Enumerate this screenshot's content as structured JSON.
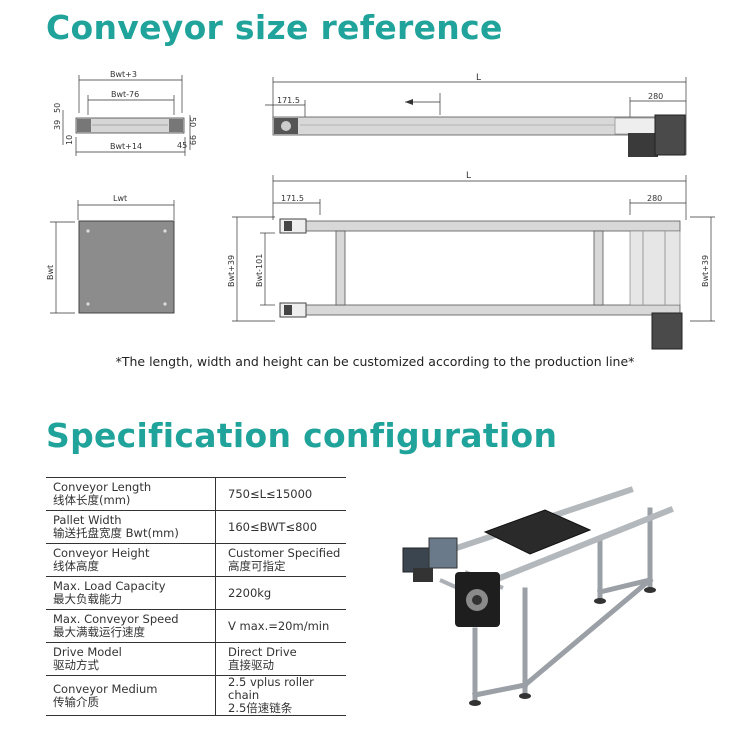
{
  "section1": {
    "title": "Conveyor size reference"
  },
  "section2": {
    "title": "Specification configuration"
  },
  "note": "*The length, width and height can be customized according to the production line*",
  "dims": {
    "bwt_plus3": "Bwt+3",
    "bwt_minus76": "Bwt-76",
    "bwt_plus14": "Bwt+14",
    "d39": "39",
    "d50": "50",
    "d10": "10",
    "d99": "99",
    "d50b": "50",
    "d45": "45",
    "L": "L",
    "d171": "171.5",
    "d280": "280",
    "lwt": "Lwt",
    "bwt": "Bwt",
    "bwt_plus39": "Bwt+39",
    "bwt_minus101": "Bwt-101"
  },
  "specs": [
    {
      "en": "Conveyor Length",
      "cn": "线体长度(mm)",
      "value": "750≤L≤15000",
      "value2": ""
    },
    {
      "en": "Pallet Width",
      "cn": "输送托盘宽度 Bwt(mm)",
      "value": "160≤BWT≤800",
      "value2": ""
    },
    {
      "en": "Conveyor Height",
      "cn": "线体高度",
      "value": "Customer Specified",
      "value2": "高度可指定"
    },
    {
      "en": "Max. Load Capacity",
      "cn": "最大负载能力",
      "value": "2200kg",
      "value2": ""
    },
    {
      "en": "Max. Conveyor Speed",
      "cn": "最大满载运行速度",
      "value": "V max.=20m/min",
      "value2": ""
    },
    {
      "en": "Drive Model",
      "cn": "驱动方式",
      "value": "Direct Drive",
      "value2": "直接驱动"
    },
    {
      "en": "Conveyor Medium",
      "cn": "传输介质",
      "value": "2.5 vplus roller chain",
      "value2": "2.5倍速链条"
    }
  ]
}
